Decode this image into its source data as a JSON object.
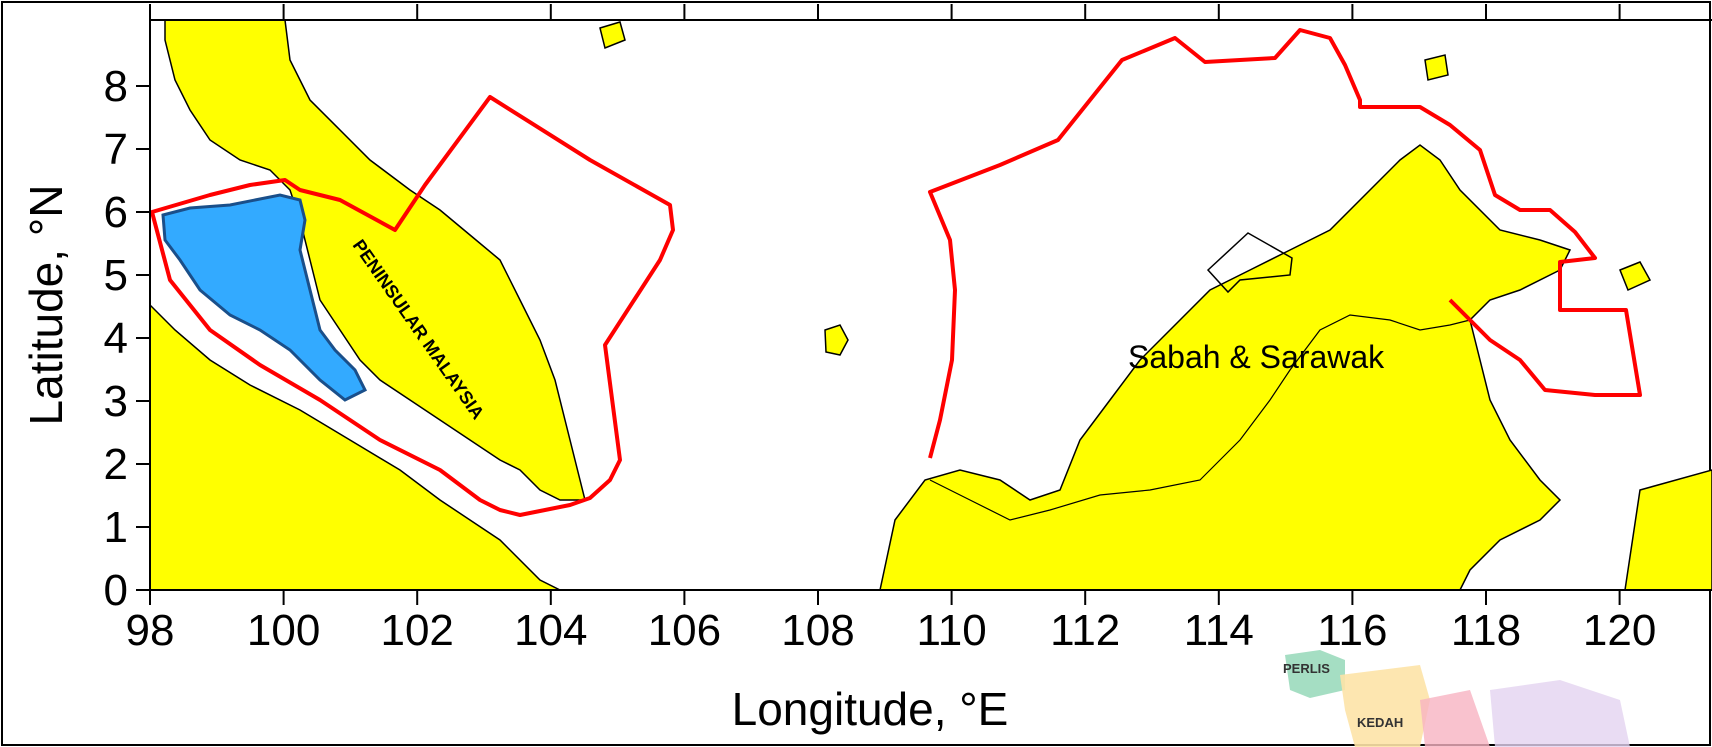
{
  "axes": {
    "x_title": "Longitude, °E",
    "y_title": "Latitude, °N",
    "x_ticks": [
      "98",
      "100",
      "102",
      "104",
      "106",
      "108",
      "110",
      "112",
      "114",
      "116",
      "118",
      "120"
    ],
    "y_ticks": [
      "0",
      "1",
      "2",
      "3",
      "4",
      "5",
      "6",
      "7",
      "8"
    ]
  },
  "labels": {
    "peninsular": "PENINSULAR MALAYSIA",
    "borneo": "Sabah & Sarawak"
  },
  "inset": {
    "states": [
      "PERLIS",
      "KEDAH"
    ]
  },
  "colors": {
    "land": "#ffff00",
    "eez_boundary": "#ff0000",
    "study_area": "#33aaff"
  }
}
